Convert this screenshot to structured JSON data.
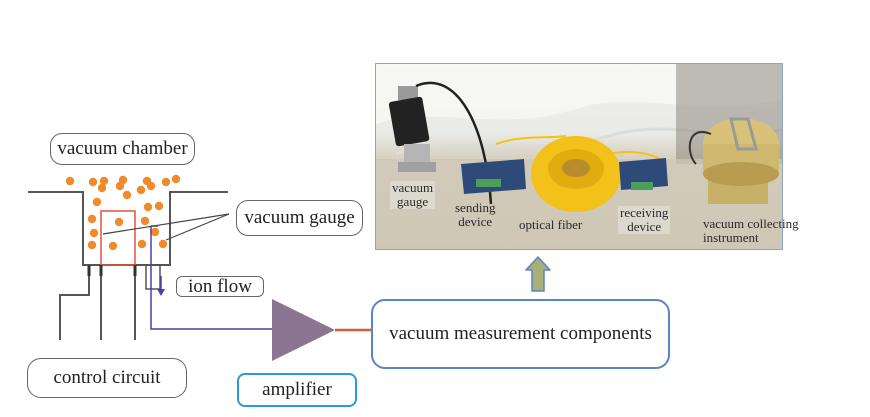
{
  "labels": {
    "vacuum_chamber": "vacuum chamber",
    "vacuum_gauge": "vacuum gauge",
    "ion_flow": "ion flow",
    "control_circuit": "control circuit",
    "amplifier": "amplifier",
    "vacuum_measurement_components": "vacuum measurement components"
  },
  "photo": {
    "labels": {
      "vacuum_gauge_line1": "vacuum",
      "vacuum_gauge_line2": "gauge",
      "sending_device_line1": "sending",
      "sending_device_line2": "device",
      "optical_fiber": "optical fiber",
      "receiving_device_line1": "receiving",
      "receiving_device_line2": "device",
      "vacuum_collecting_line1": "vacuum collecting",
      "vacuum_collecting_line2": "instrument"
    }
  },
  "colors": {
    "particle": "#f08a2c",
    "gauge_electrode": "#e8503c",
    "ion_path": "#4a3fb0",
    "wire": "#555555",
    "amplifier_fill": "#8a7592",
    "output_line": "#d0603a",
    "box_border_blue": "#5b84c4",
    "amplifier_box_border": "#2a9ad8",
    "arrow_fill": "#a8b078",
    "arrow_stroke": "#5b84c4"
  }
}
